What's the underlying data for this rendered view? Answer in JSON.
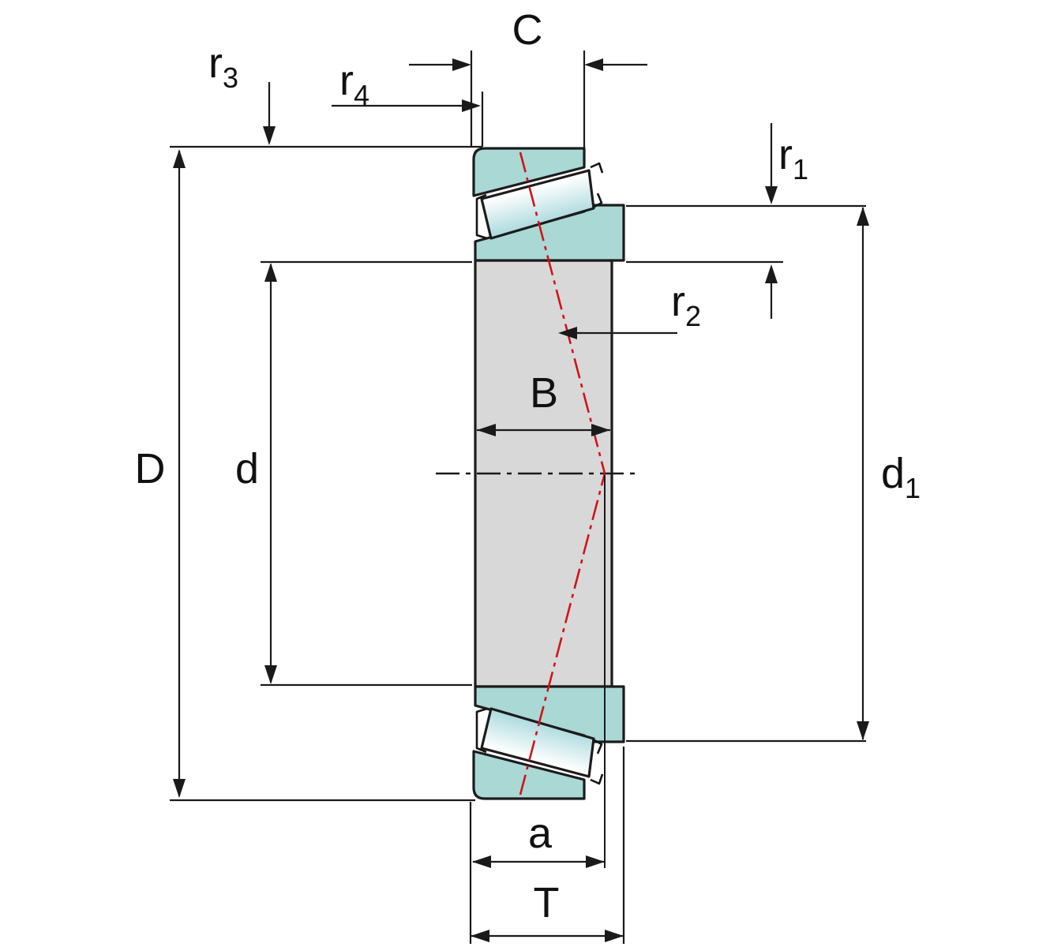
{
  "figure": {
    "name": "Tapered roller bearing cross-section dimension drawing",
    "colors": {
      "ring_fill": "#a9d8d5",
      "roller_highlight": "#ffffff",
      "roller_shade": "#74c1c8",
      "bore_fill": "#d8d8d8",
      "outline": "#1c1c1c",
      "dimension_line": "#1a1a1a",
      "pressure_centerline_red": "#cf1417",
      "background": "#ffffff"
    },
    "labels": {
      "C": {
        "main": "C",
        "sub": ""
      },
      "r3": {
        "main": "r",
        "sub": "3"
      },
      "r4": {
        "main": "r",
        "sub": "4"
      },
      "r1": {
        "main": "r",
        "sub": "1"
      },
      "r2": {
        "main": "r",
        "sub": "2"
      },
      "B": {
        "main": "B",
        "sub": ""
      },
      "D": {
        "main": "D",
        "sub": ""
      },
      "d": {
        "main": "d",
        "sub": ""
      },
      "d1": {
        "main": "d",
        "sub": "1"
      },
      "a": {
        "main": "a",
        "sub": ""
      },
      "T": {
        "main": "T",
        "sub": ""
      }
    }
  }
}
